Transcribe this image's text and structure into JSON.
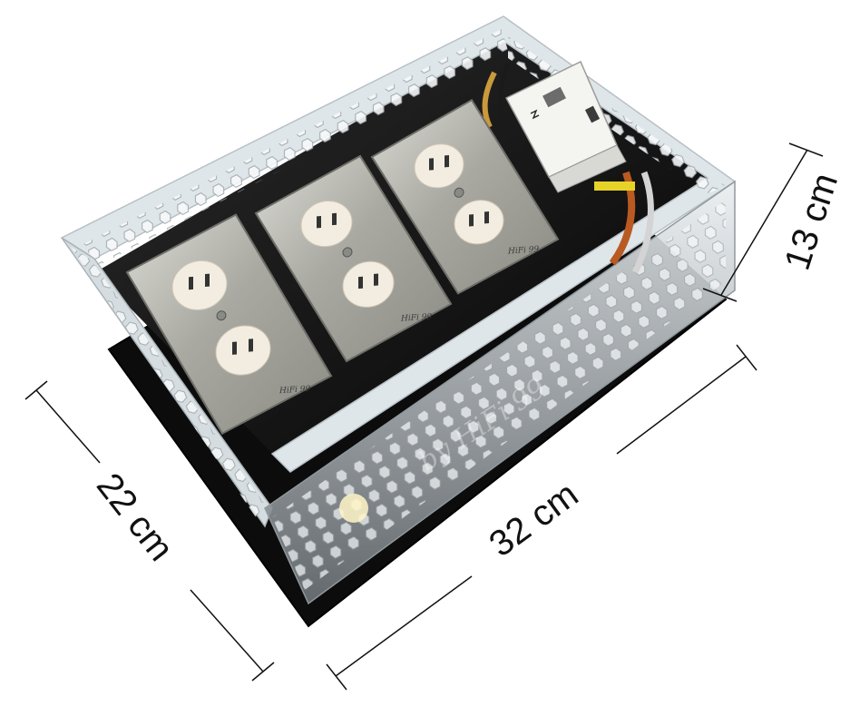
{
  "dimensions": {
    "width": "32 cm",
    "depth": "22 cm",
    "height": "13 cm"
  },
  "engraving": "by HiFi 99",
  "plate_mark": "HiFi 99",
  "colors": {
    "base": "#0c0c0c",
    "acrylic": "#dfe6ea",
    "plate": "#b9b9b2",
    "receptacle": "#f3ede1",
    "dimension_line": "#111111"
  },
  "icons": [
    "duplex-outlet-icon",
    "circuit-breaker-icon"
  ]
}
